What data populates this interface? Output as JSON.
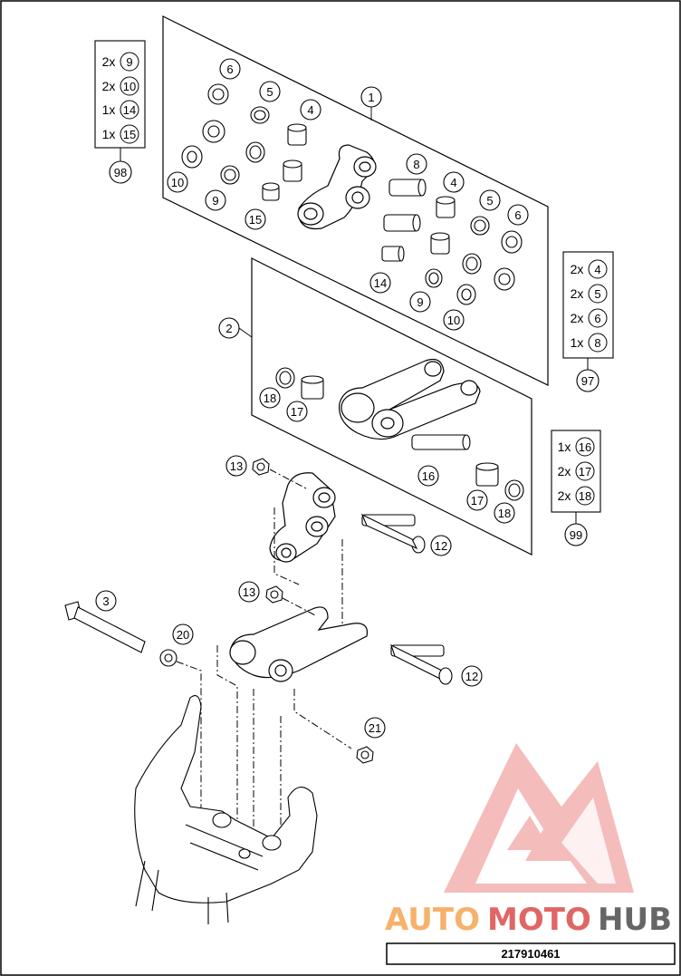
{
  "callouts": {
    "c1": "1",
    "c2": "2",
    "c3": "3",
    "c4a": "4",
    "c4b": "4",
    "c5a": "5",
    "c5b": "5",
    "c6a": "6",
    "c6b": "6",
    "c8": "8",
    "c9a": "9",
    "c9b": "9",
    "c10a": "10",
    "c10b": "10",
    "c12a": "12",
    "c12b": "12",
    "c13a": "13",
    "c13b": "13",
    "c14": "14",
    "c15": "15",
    "c16": "16",
    "c17a": "17",
    "c17b": "17",
    "c18a": "18",
    "c18b": "18",
    "c20": "20",
    "c21": "21"
  },
  "kits": {
    "k98": {
      "number": "98",
      "items": [
        {
          "qty": "2x",
          "part": "9"
        },
        {
          "qty": "2x",
          "part": "10"
        },
        {
          "qty": "1x",
          "part": "14"
        },
        {
          "qty": "1x",
          "part": "15"
        }
      ]
    },
    "k97": {
      "number": "97",
      "items": [
        {
          "qty": "2x",
          "part": "4"
        },
        {
          "qty": "2x",
          "part": "5"
        },
        {
          "qty": "2x",
          "part": "6"
        },
        {
          "qty": "1x",
          "part": "8"
        }
      ]
    },
    "k99": {
      "number": "99",
      "items": [
        {
          "qty": "1x",
          "part": "16"
        },
        {
          "qty": "2x",
          "part": "17"
        },
        {
          "qty": "2x",
          "part": "18"
        }
      ]
    }
  },
  "watermark": {
    "auto": "AUTO",
    "moto": "MOTO",
    "hub": "HUB"
  },
  "footer": {
    "document_number": "217910461"
  },
  "colors": {
    "line": "#000000",
    "logo_red": "#e06666",
    "logo_orange": "#f6b26b",
    "logo_gray": "#666666"
  }
}
